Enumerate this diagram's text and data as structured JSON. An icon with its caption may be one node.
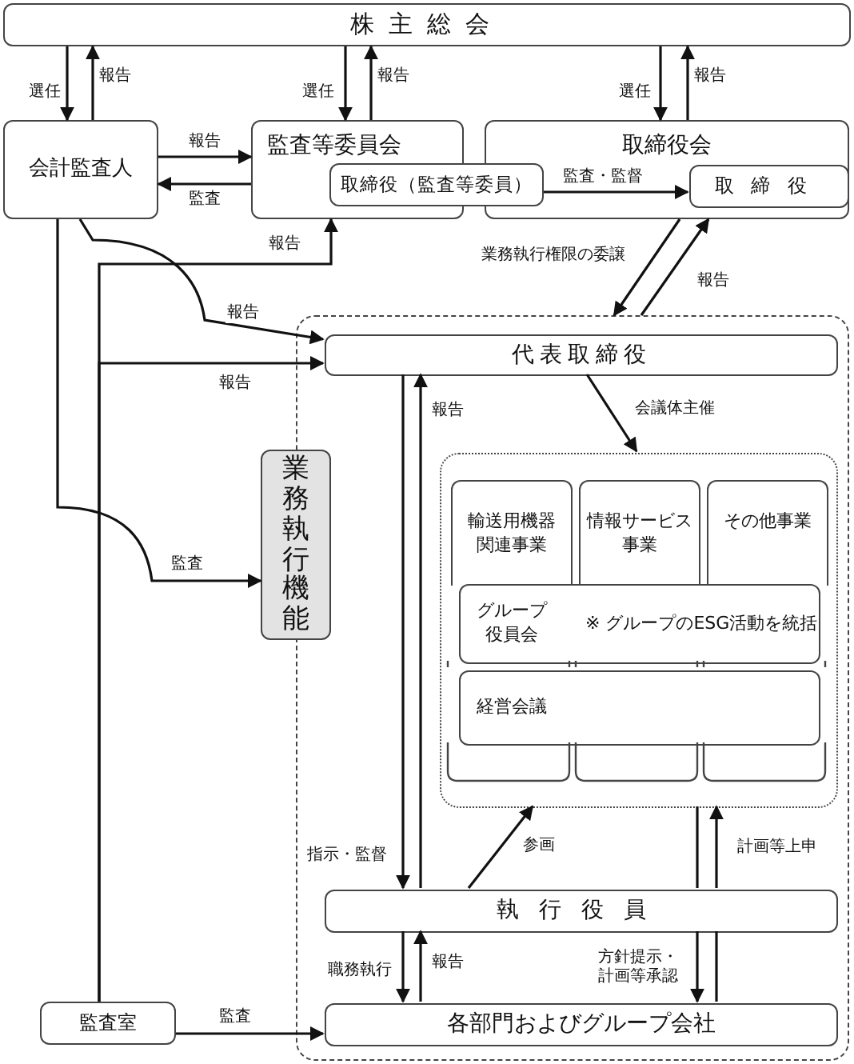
{
  "diagram": {
    "nodes": [
      {
        "text": [
          "株主総会"
        ]
      },
      {
        "text": [
          "会計監査人"
        ]
      },
      {
        "text": [
          "監査等委員会"
        ]
      },
      {
        "text": [
          "取締役（監査等委員）"
        ]
      },
      {
        "text": [
          "取締役会"
        ]
      },
      {
        "text": [
          "取締役"
        ],
        "in": 4
      },
      {
        "text": [],
        "shape": "box"
      },
      {
        "text": [
          "業務執行機能"
        ]
      },
      {
        "text": [
          "代表取締役"
        ],
        "in": 6
      },
      {
        "text": [],
        "shape": "box",
        "in": 6
      },
      {
        "text": [
          "輸送用機器関連事業"
        ],
        "in": 9
      },
      {
        "text": [
          "情報サービス事業"
        ],
        "in": 9
      },
      {
        "text": [
          "その他事業"
        ],
        "in": 9
      },
      {
        "text": [
          "グループ役員会",
          "※ グループのESG活動を統括"
        ],
        "in": 9
      },
      {
        "text": [
          "経営会議"
        ],
        "in": 9
      },
      {
        "text": [
          "執行役員"
        ],
        "in": 6
      },
      {
        "text": [
          "各部門およびグループ会社"
        ],
        "in": 6
      },
      {
        "text": [
          "監査室"
        ]
      }
    ],
    "edges": [
      {
        "from": 0,
        "to": 1,
        "arrow": "to",
        "label": "選任"
      },
      {
        "from": 1,
        "to": 0,
        "arrow": "to",
        "label": "報告"
      },
      {
        "from": 0,
        "to": 2,
        "arrow": "to",
        "label": "選任"
      },
      {
        "from": 2,
        "to": 0,
        "arrow": "to",
        "label": "報告"
      },
      {
        "from": 0,
        "to": 4,
        "arrow": "to",
        "label": "選任"
      },
      {
        "from": 4,
        "to": 0,
        "arrow": "to",
        "label": "報告"
      },
      {
        "from": 1,
        "to": 2,
        "arrow": "to",
        "label": "報告"
      },
      {
        "from": 2,
        "to": 1,
        "arrow": "to",
        "label": "監査"
      },
      {
        "from": 3,
        "to": 5,
        "arrow": "to",
        "label": "監査・監督"
      },
      {
        "from": 1,
        "to": 8,
        "arrow": "to",
        "label": "報告"
      },
      {
        "from": 17,
        "to": 2,
        "arrow": "to",
        "label": "報告"
      },
      {
        "from": 17,
        "to": 8,
        "arrow": "to",
        "label": "報告"
      },
      {
        "from": 1,
        "to": 7,
        "arrow": "to",
        "label": "監査"
      },
      {
        "from": 4,
        "to": 6,
        "arrow": "to",
        "label": "業務執行権限の委譲"
      },
      {
        "from": 6,
        "to": 4,
        "arrow": "to",
        "label": "報告"
      },
      {
        "from": 8,
        "to": 9,
        "arrow": "to",
        "label": "会議体主催"
      },
      {
        "from": 8,
        "to": 15,
        "arrow": "to",
        "label": "指示・監督"
      },
      {
        "from": 15,
        "to": 8,
        "arrow": "to",
        "label": "報告"
      },
      {
        "from": 15,
        "to": 9,
        "arrow": "to",
        "label": "参画"
      },
      {
        "from": 9,
        "to": 15,
        "arrow": "none"
      },
      {
        "from": 15,
        "to": 16,
        "arrow": "to",
        "label": "方針提示・計画等承認"
      },
      {
        "from": 16,
        "to": 15,
        "arrow": "none"
      },
      {
        "from": 15,
        "to": 9,
        "arrow": "to",
        "label": "計画等上申"
      },
      {
        "from": 15,
        "to": 16,
        "arrow": "to",
        "label": "職務執行"
      },
      {
        "from": 16,
        "to": 15,
        "arrow": "to",
        "label": "報告"
      },
      {
        "from": 17,
        "to": 16,
        "arrow": "to",
        "label": "監査"
      }
    ]
  }
}
